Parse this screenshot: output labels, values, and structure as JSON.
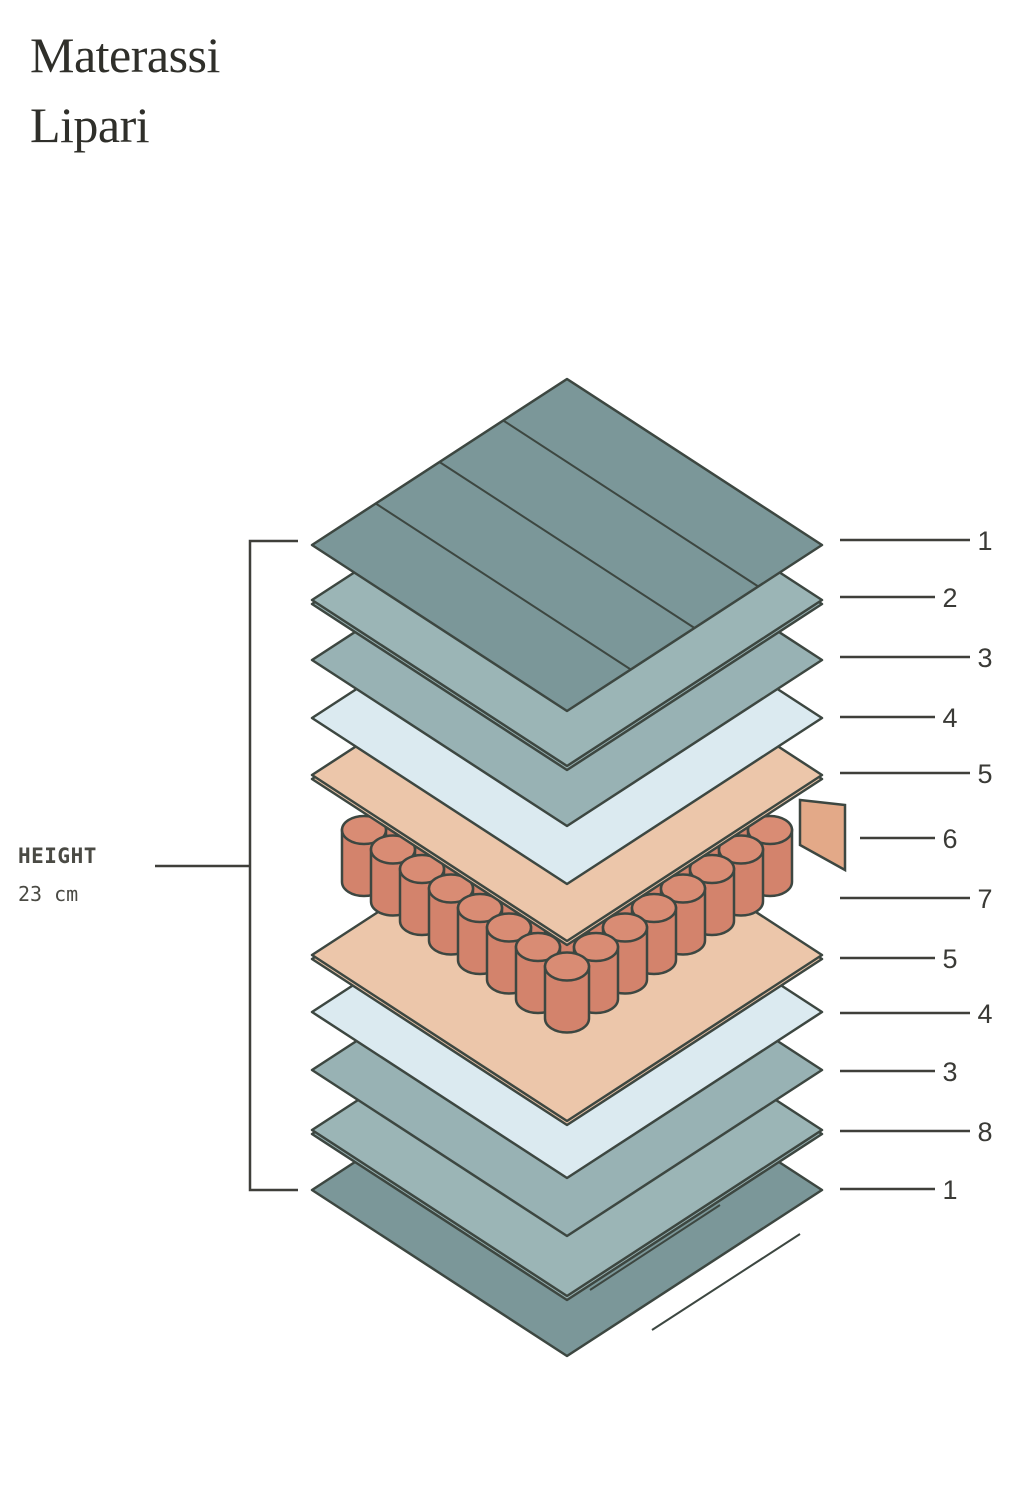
{
  "title": {
    "line1": "Materassi",
    "line2": "Lipari"
  },
  "height": {
    "label": "HEIGHT",
    "value": "23 cm"
  },
  "colors": {
    "cover": "#7b9799",
    "wavy": "#9bb5b6",
    "foam": "#98b2b4",
    "light": "#dbeaf0",
    "tan": "#ecc6aa",
    "spring": "#d3836c",
    "panel": "#e3a988",
    "stroke": "#3d4741"
  },
  "layers": [
    {
      "label": "1",
      "material": "cover"
    },
    {
      "label": "2",
      "material": "wavy"
    },
    {
      "label": "3",
      "material": "foam"
    },
    {
      "label": "4",
      "material": "light"
    },
    {
      "label": "5",
      "material": "tan"
    },
    {
      "label": "6",
      "material": "panel"
    },
    {
      "label": "7",
      "material": "spring"
    },
    {
      "label": "5",
      "material": "tan"
    },
    {
      "label": "4",
      "material": "light"
    },
    {
      "label": "3",
      "material": "foam"
    },
    {
      "label": "8",
      "material": "wavy"
    },
    {
      "label": "1",
      "material": "cover"
    }
  ]
}
